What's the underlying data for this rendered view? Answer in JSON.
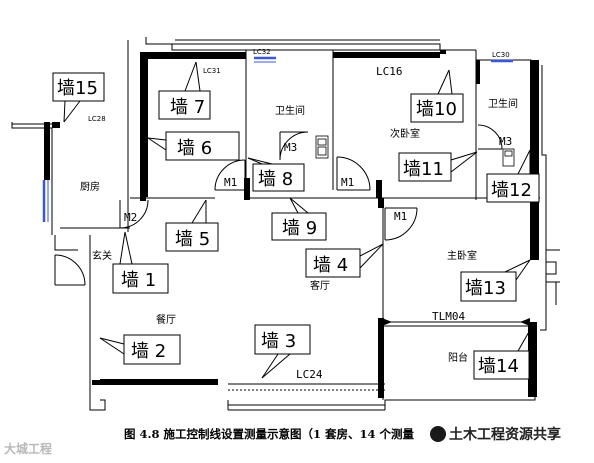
{
  "colors": {
    "ink": "#000000",
    "window_blue": "#3b57d6",
    "watermark": "#b8b8b8"
  },
  "walls": [
    {
      "id": "wall-1",
      "label": "墙 1"
    },
    {
      "id": "wall-2",
      "label": "墙 2"
    },
    {
      "id": "wall-3",
      "label": "墙 3"
    },
    {
      "id": "wall-4",
      "label": "墙 4"
    },
    {
      "id": "wall-5",
      "label": "墙 5"
    },
    {
      "id": "wall-6",
      "label": "墙 6"
    },
    {
      "id": "wall-7",
      "label": "墙 7"
    },
    {
      "id": "wall-8",
      "label": "墙 8"
    },
    {
      "id": "wall-9",
      "label": "墙 9"
    },
    {
      "id": "wall-10",
      "label": "墙10"
    },
    {
      "id": "wall-11",
      "label": "墙11"
    },
    {
      "id": "wall-12",
      "label": "墙12"
    },
    {
      "id": "wall-13",
      "label": "墙13"
    },
    {
      "id": "wall-14",
      "label": "墙14"
    },
    {
      "id": "wall-15",
      "label": "墙15"
    }
  ],
  "rooms": {
    "kitchen": "厨房",
    "entry": "玄关",
    "living": "客厅",
    "dining": "餐厅",
    "bath1": "卫生间",
    "bath2": "卫生间",
    "second_bedroom": "次卧室",
    "master_bedroom": "主卧室",
    "balcony": "阳台"
  },
  "doors": {
    "m1_a": "M1",
    "m1_b": "M1",
    "m1_c": "M1",
    "m2": "M2",
    "m3_a": "M3",
    "m3_b": "M3"
  },
  "windows": {
    "lc32": "LC32",
    "lc30": "LC30",
    "lc31": "LC31",
    "lc28": "LC28",
    "lc16": "LC16",
    "lc24": "LC24",
    "tlm04": "TLM04"
  },
  "caption": "图 4.8  施工控制线设置测量示意图（1 套房、14 个测量",
  "watermark_left": "大城工程",
  "watermark_right": "土木工程资源共享"
}
